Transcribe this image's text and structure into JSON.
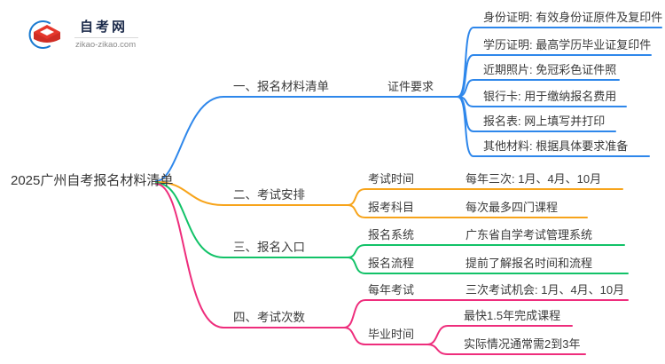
{
  "logo": {
    "title": "自考网",
    "domain": "zikao-zikao.com",
    "colors": {
      "swoosh": "#1a7ad0",
      "cap": "#e5362b",
      "cap_shade": "#cf2d24"
    }
  },
  "root": {
    "label": "2025广州自考报名材料清单"
  },
  "branches": [
    {
      "label": "一、报名材料清单",
      "color": "#2E87EB",
      "children": [
        {
          "label": "证件要求",
          "leaves": [
            "身份证明: 有效身份证原件及复印件",
            "学历证明: 最高学历毕业证复印件",
            "近期照片: 免冠彩色证件照",
            "银行卡: 用于缴纳报名费用",
            "报名表: 网上填写并打印",
            "其他材料: 根据具体要求准备"
          ]
        }
      ]
    },
    {
      "label": "二、考试安排",
      "color": "#F7A41B",
      "children": [
        {
          "label": "考试时间",
          "leaves": [
            "每年三次: 1月、4月、10月"
          ]
        },
        {
          "label": "报考科目",
          "leaves": [
            "每次最多四门课程"
          ]
        }
      ]
    },
    {
      "label": "三、报名入口",
      "color": "#12C268",
      "children": [
        {
          "label": "报名系统",
          "leaves": [
            "广东省自学考试管理系统"
          ]
        },
        {
          "label": "报名流程",
          "leaves": [
            "提前了解报名时间和流程"
          ]
        }
      ]
    },
    {
      "label": "四、考试次数",
      "color": "#EE2D7C",
      "children": [
        {
          "label": "每年考试",
          "leaves": [
            "三次考试机会: 1月、4月、10月"
          ]
        },
        {
          "label": "毕业时间",
          "leaves": [
            "最快1.5年完成课程",
            "实际情况通常需2到3年"
          ]
        }
      ]
    }
  ]
}
